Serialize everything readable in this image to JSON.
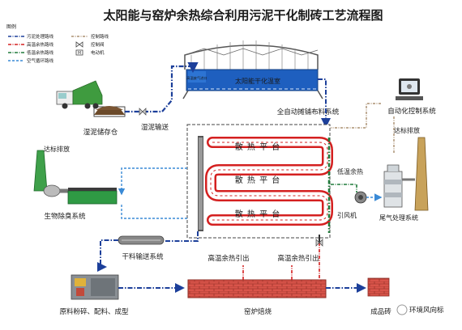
{
  "title": "太阳能与窑炉余热综合利用污泥干化制砖工艺流程图",
  "legend": {
    "heading": "图例",
    "items": [
      {
        "label": "污泥处理路线",
        "color": "#1c3f9a",
        "style": "dash-dot"
      },
      {
        "label": "高温余热路线",
        "color": "#d42020",
        "style": "dash-dot"
      },
      {
        "label": "低温余热路线",
        "color": "#1f7a3a",
        "style": "dash-dot"
      },
      {
        "label": "空气循环路线",
        "color": "#3a8ad6",
        "style": "dash"
      },
      {
        "label": "控制路线",
        "color": "#9a7a55",
        "style": "dash-dot"
      },
      {
        "label": "控制阀",
        "color": "#444444",
        "style": "valve"
      },
      {
        "label": "电动机",
        "color": "#444444",
        "style": "motor"
      }
    ]
  },
  "labels": {
    "greenhouse": "太阳能干化温室",
    "inlet": "高温废气进口",
    "spreader": "全自动摊铺布料系统",
    "auto_control": "自动化控制系统",
    "sludge_store": "湿泥储存仓",
    "sludge_transport": "湿泥输送",
    "discharge_left": "达标排放",
    "discharge_right": "达标排放",
    "bio_deodor": "生物除臭系统",
    "dry_transport": "干料输送系统",
    "low_heat": "低温余热",
    "fan": "引风机",
    "exhaust_treat": "尾气处理系统",
    "high_heat_1": "高温余热引出",
    "high_heat_2": "高温余热引出",
    "raw_material": "原料粉碎、配料、成型",
    "kiln": "窑炉焙烧",
    "product": "成品砖",
    "watermark": "环境风向标"
  },
  "platforms": [
    "散 热 平 台",
    "散 热 平 台",
    "散 热 平 台"
  ],
  "colors": {
    "sludge": "#1c3f9a",
    "high_heat": "#d42020",
    "low_heat": "#1f7a3a",
    "air": "#3a8ad6",
    "control": "#9a7a55",
    "greenhouse_fill": "#1e5fbf",
    "kiln": "#d9544a",
    "chimney": "#c8a25a"
  }
}
